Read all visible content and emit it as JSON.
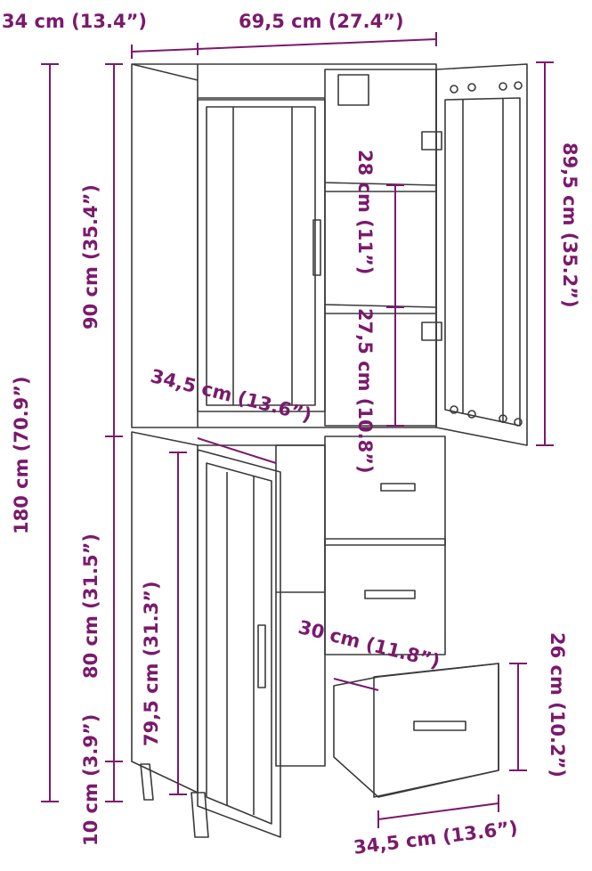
{
  "colors": {
    "dimension": "#7a1a6c",
    "outline": "#3a3a3a",
    "background": "#ffffff"
  },
  "dimensions": {
    "top_depth": "34 cm (13.4”)",
    "top_width": "69,5 cm (27.4”)",
    "total_height": "180 cm (70.9”)",
    "upper_height": "90 cm (35.4”)",
    "lower_height": "80 cm (31.5”)",
    "leg_height": "10 cm (3.9”)",
    "inner_lower_height": "79,5 cm (31.3”)",
    "right_upper_height": "89,5 cm (35.2”)",
    "shelf_top": "28 cm (11”)",
    "shelf_bottom": "27,5 cm (10.8”)",
    "inner_width": "34,5 cm (13.6”)",
    "drawer_depth": "30 cm (11.8”)",
    "drawer_height": "26 cm (10.2”)",
    "drawer_width": "34,5 cm (13.6”)"
  }
}
